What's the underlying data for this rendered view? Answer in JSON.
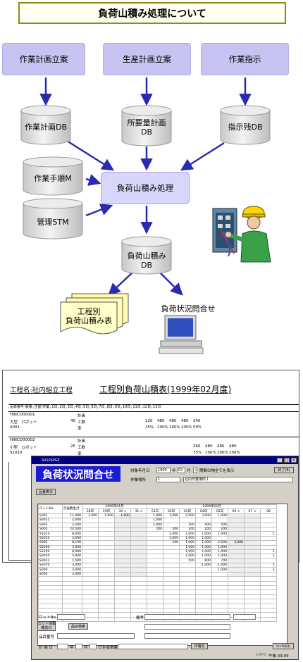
{
  "title": "負荷山積み処理について",
  "top_boxes": [
    "作業計画立案",
    "生産計画立案",
    "作業指示"
  ],
  "dbs": {
    "sagyo_keikaku": "作業計画DB",
    "shoyoryo": [
      "所要量計画",
      "DB"
    ],
    "shijizan": "指示残DB",
    "sagyo_junjo": "作業手順M",
    "kanri": "管理STM",
    "fuka_yamazumi": [
      "負荷山積み",
      "DB"
    ]
  },
  "process": "負荷山積み処理",
  "outputs": {
    "report": [
      "工程別",
      "負荷山積み表"
    ],
    "inquiry": "負荷状況問合せ"
  },
  "sheet": {
    "process_label": "工程名:社内組立工程",
    "report_title": "工程別負荷山積表(1999年02月度)",
    "headers": [
      "品目番号·製番",
      "生産/作業",
      "1日",
      "2日",
      "3日",
      "4日",
      "5日",
      "6日",
      "7日",
      "8日",
      "9日",
      "10日",
      "11日",
      "12日",
      "13日"
    ],
    "blocks": [
      {
        "code": "HINCD00001",
        "name": "大型　ロボット",
        "lot": "S001",
        "qty": "45",
        "r1": "計画",
        "r2": "工数",
        "r3": "率",
        "vals2": [
          "",
          "",
          "120",
          "480",
          "480",
          "480",
          "240"
        ],
        "vals3": [
          "",
          "",
          "25%",
          "100%",
          "100%",
          "100%",
          "50%"
        ],
        "mark": "45"
      },
      {
        "code": "HINCD00002",
        "name": "小型　ロボット",
        "lot": "S1010",
        "qty": "25",
        "r1": "計画",
        "r2": "工数",
        "r3": "率",
        "vals2": [
          "",
          "",
          "",
          "",
          "",
          "",
          "360",
          "480",
          "480",
          "480"
        ],
        "vals3": [
          "",
          "",
          "",
          "",
          "",
          "",
          "75%",
          "100%",
          "100%",
          "100%"
        ],
        "mark": "25"
      }
    ]
  },
  "window": {
    "titlebar": "S010SPGF",
    "title": "負荷状況問合せ",
    "year_label": "対象年月日",
    "year": "1999",
    "year_unit": "年",
    "month": "02",
    "month_unit": "月",
    "checkbox_label": "期間の物全てを表示",
    "place_label": "作業場所",
    "place_code": "1",
    "place_name": "社内作業場所１",
    "close_button": "終了(E)",
    "display_button": "品番表示",
    "col_lot": "ロットNo.",
    "col_plan": "計画数生計",
    "month_jan": "1999年01月",
    "month_feb": "1999年02月",
    "days": [
      "28日",
      "29日",
      "30 ×",
      "31 ×",
      "01日",
      "02日",
      "03日",
      "04日",
      "05日",
      "06 ×",
      "07 ×",
      "08"
    ],
    "rows": [
      {
        "lot": "S001",
        "plan": "11,000",
        "v": [
          "1,000",
          "1,000",
          "1,000",
          "",
          "1,000",
          "1,000",
          "2,000",
          "3,000",
          "1,000",
          "",
          "",
          ""
        ]
      },
      {
        "lot": "S0011",
        "plan": "2,000",
        "v": [
          "",
          "",
          "",
          "",
          "1,000",
          "",
          "",
          "",
          "",
          "",
          "",
          ""
        ]
      },
      {
        "lot": "S003",
        "plan": "2,200",
        "v": [
          "",
          "",
          "",
          "",
          "1,000",
          "",
          "300",
          "400",
          "500",
          "",
          "",
          ""
        ]
      },
      {
        "lot": "S005",
        "plan": "24,500",
        "v": [
          "",
          "",
          "",
          "",
          "200",
          "200",
          "200",
          "200",
          "200",
          "",
          "",
          ""
        ]
      },
      {
        "lot": "S1014",
        "plan": "8,000",
        "v": [
          "",
          "",
          "",
          "",
          "",
          "1,000",
          "1,000",
          "1,000",
          "1,000",
          "",
          "",
          "1,"
        ]
      },
      {
        "lot": "S2010",
        "plan": "3,000",
        "v": [
          "",
          "",
          "",
          "",
          "",
          "1,000",
          "1,000",
          "1,000",
          "",
          "",
          "",
          ""
        ]
      },
      {
        "lot": "S002",
        "plan": "8,100",
        "v": [
          "",
          "",
          "",
          "",
          "",
          "100",
          "1,000",
          "1,500",
          "2,500",
          "3,000",
          "",
          ""
        ]
      },
      {
        "lot": "S2060",
        "plan": "3,000",
        "v": [
          "",
          "",
          "",
          "",
          "",
          "",
          "1,000",
          "1,000",
          "1,000",
          "",
          "",
          ""
        ]
      },
      {
        "lot": "S2200",
        "plan": "8,000",
        "v": [
          "",
          "",
          "",
          "",
          "",
          "",
          "1,000",
          "1,000",
          "1,000",
          "",
          "",
          "1,"
        ]
      },
      {
        "lot": "S0050",
        "plan": "5,000",
        "v": [
          "",
          "",
          "",
          "",
          "",
          "",
          "1,000",
          "1,000",
          "1,000",
          "",
          "",
          "1,"
        ]
      },
      {
        "lot": "S0021",
        "plan": "1,500",
        "v": [
          "",
          "",
          "",
          "",
          "",
          "",
          "500",
          "800",
          "700",
          "",
          "",
          ""
        ]
      },
      {
        "lot": "S2070",
        "plan": "3,000",
        "v": [
          "",
          "",
          "",
          "",
          "",
          "",
          "",
          "1,000",
          "1,000",
          "",
          "",
          "1,"
        ]
      },
      {
        "lot": "S006",
        "plan": "3,000",
        "v": [
          "",
          "",
          "",
          "",
          "",
          "",
          "",
          "",
          "1,000",
          "",
          "",
          "2,"
        ]
      },
      {
        "lot": "S004",
        "plan": "2,000",
        "v": [
          "",
          "",
          "",
          "",
          "",
          "",
          "",
          "",
          "",
          "",
          "",
          ""
        ]
      }
    ],
    "footer": {
      "lot_label": "ロットNo.",
      "lot_info_button": "ロット情報\n確認(I)",
      "item_search_button": "品目検索",
      "biko_label": "備考",
      "item_label": "品目番号",
      "plan_label": "計 画 日",
      "year_unit": "年",
      "month_unit": "月",
      "day_unit": "日",
      "qty_label": "生産数量",
      "confirm_button": "日確定",
      "cancel_button": "ｷｬﾝｾﾙ(Q)"
    },
    "status": [
      "CAPS",
      "午後 03:09"
    ]
  }
}
